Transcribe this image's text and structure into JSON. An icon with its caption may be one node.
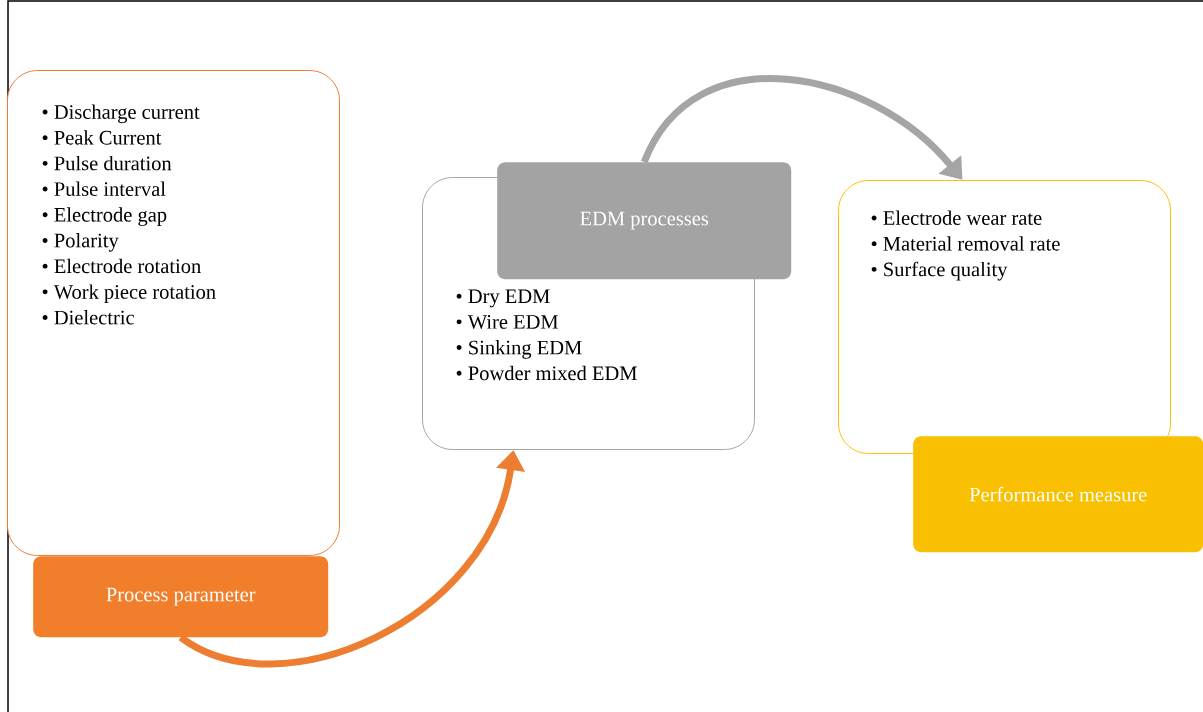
{
  "diagram": {
    "nodes": [
      {
        "text": [
          "• Discharge current",
          "• Peak Current",
          "• Pulse duration",
          "• Pulse interval",
          "• Electrode gap",
          "• Polarity",
          "• Electrode rotation",
          "• Work piece rotation",
          "• Dielectric"
        ]
      },
      {
        "text": [
          "Process parameter"
        ]
      },
      {
        "text": [
          "• Dry EDM",
          "• Wire EDM",
          "• Sinking EDM",
          "• Powder mixed EDM"
        ]
      },
      {
        "text": [
          "EDM processes"
        ]
      },
      {
        "text": [
          "• Electrode wear rate",
          "• Material removal rate",
          "• Surface quality"
        ]
      },
      {
        "text": [
          "Performance measure"
        ]
      }
    ],
    "edges": [
      {
        "from": 1,
        "to": 2,
        "arrow": "to",
        "color": "#ed7d31"
      },
      {
        "from": 3,
        "to": 4,
        "arrow": "to",
        "color": "#a5a5a5"
      }
    ]
  }
}
